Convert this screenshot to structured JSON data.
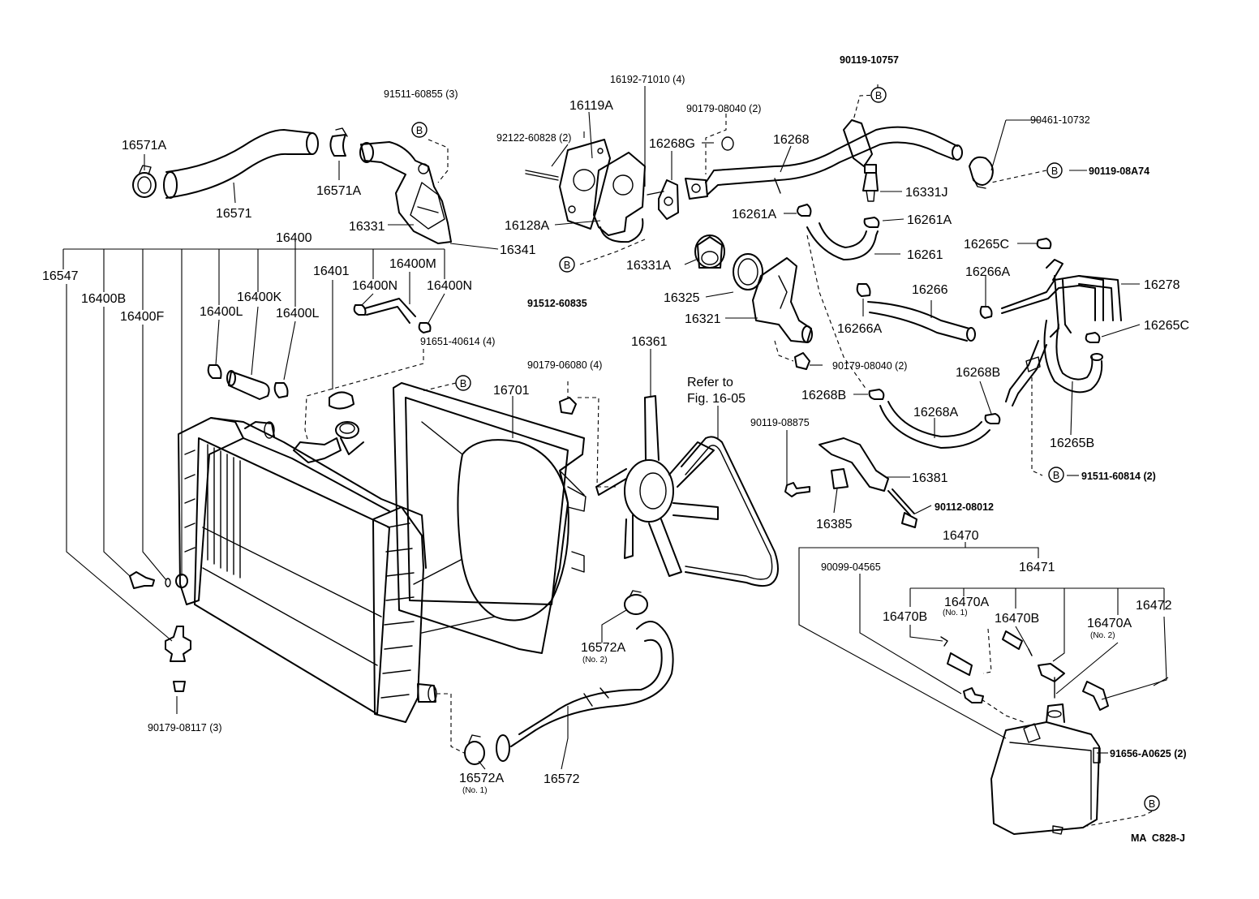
{
  "diagram_id": "MA  C828-J",
  "refer_note": [
    "Refer to",
    "Fig. 16-05"
  ],
  "callout_letter": "B",
  "labels": {
    "p16571A_1": "16571A",
    "p16571": "16571",
    "p16571A_2": "16571A",
    "p91511_60855": "91511-60855 (3)",
    "p16331": "16331",
    "p16341": "16341",
    "p16119A": "16119A",
    "p16192": "16192-71010 (4)",
    "p92122": "92122-60828 (2)",
    "p16128A": "16128A",
    "p91512": "91512-60835",
    "p16268G": "16268G",
    "p90179_08040a": "90179-08040 (2)",
    "p90119_10757": "90119-10757",
    "p16268": "16268",
    "p90461": "90461-10732",
    "p90119_08A74": "90119-08A74",
    "p16331J": "16331J",
    "p16261A_1": "16261A",
    "p16261A_2": "16261A",
    "p16261": "16261",
    "p16331A": "16331A",
    "p16325": "16325",
    "p16321": "16321",
    "p90179_08040b": "90179-08040 (2)",
    "p16265C_1": "16265C",
    "p16266A_1": "16266A",
    "p16278": "16278",
    "p16266": "16266",
    "p16266A_2": "16266A",
    "p16265C_2": "16265C",
    "p16268B_1": "16268B",
    "p16268B_2": "16268B",
    "p16268A": "16268A",
    "p16265B": "16265B",
    "p91511_60814": "91511-60814 (2)",
    "p16400": "16400",
    "p16547": "16547",
    "p16401": "16401",
    "p16400M": "16400M",
    "p16400N_1": "16400N",
    "p16400N_2": "16400N",
    "p16400B": "16400B",
    "p16400K": "16400K",
    "p16400F": "16400F",
    "p16400L_1": "16400L",
    "p16400L_2": "16400L",
    "p91651": "91651-40614 (4)",
    "p90179_06080": "90179-06080 (4)",
    "p16701": "16701",
    "p16361": "16361",
    "p90119_08875": "90119-08875",
    "p16381": "16381",
    "p16385": "16385",
    "p90112": "90112-08012",
    "p16470": "16470",
    "p90099": "90099-04565",
    "p16471": "16471",
    "p16470A_1": "16470A",
    "no1_a": "(No. 1)",
    "p16470B_1": "16470B",
    "p16470B_2": "16470B",
    "p16472": "16472",
    "p16470A_2": "16470A",
    "no2_a": "(No. 2)",
    "p16572A_2": "16572A",
    "no2_b": "(No. 2)",
    "p16572": "16572",
    "p16572A_1": "16572A",
    "no1_b": "(No. 1)",
    "p90179_08117": "90179-08117 (3)",
    "p91656": "91656-A0625 (2)"
  }
}
